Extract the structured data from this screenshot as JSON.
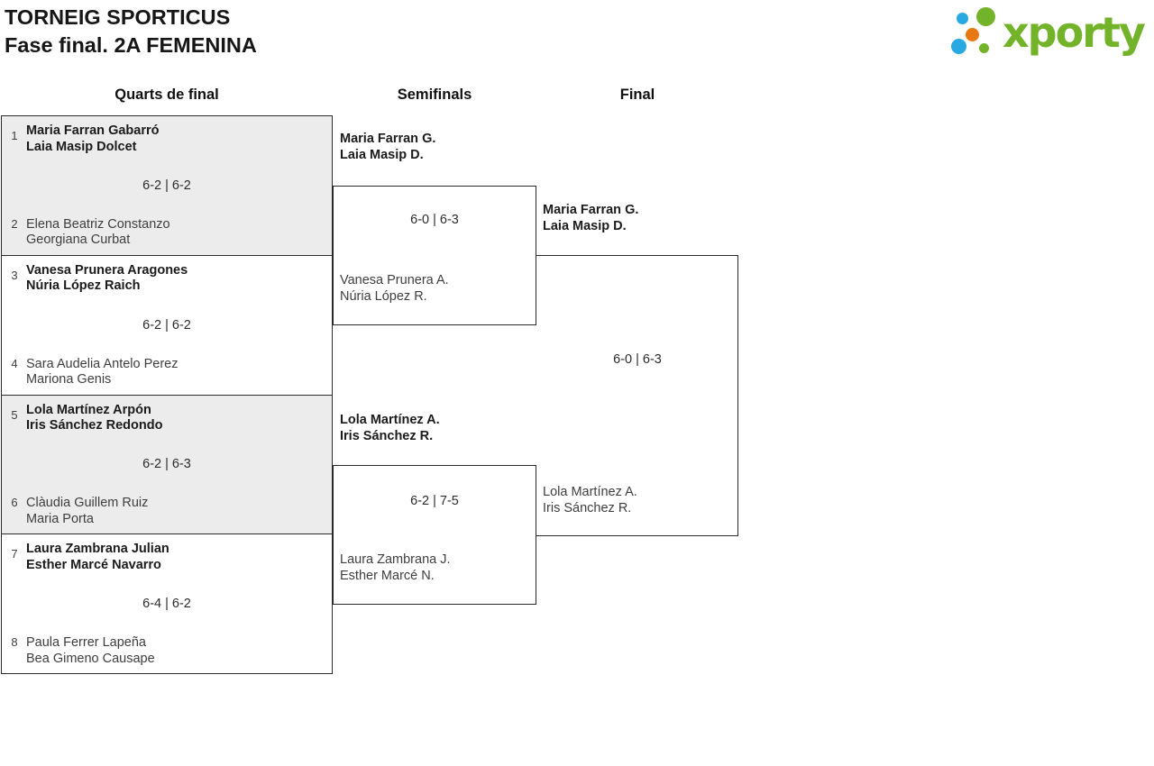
{
  "header": {
    "title_line1": "TORNEIG SPORTICUS",
    "title_line2": "Fase final. 2A FEMENINA",
    "logo_text": "xporty"
  },
  "colors": {
    "brand_green": "#72b32a",
    "brand_blue": "#29a9e1",
    "brand_orange": "#e97813",
    "box_border": "#2b2b2b",
    "shaded_row_bg": "#ececec",
    "winner_text": "#1b1b1b",
    "loser_text": "#3e3e3e"
  },
  "columns": [
    {
      "label": "Quarts de final"
    },
    {
      "label": "Semifinals"
    },
    {
      "label": "Final"
    }
  ],
  "bracket": {
    "quarterfinals": [
      {
        "top_seed": "1",
        "top_team": [
          "Maria Farran Gabarró",
          "Laia Masip Dolcet"
        ],
        "score": "6-2 | 6-2",
        "bottom_seed": "2",
        "bottom_team": [
          "Elena Beatriz Constanzo",
          "Georgiana Curbat"
        ]
      },
      {
        "top_seed": "3",
        "top_team": [
          "Vanesa Prunera Aragones",
          "Núria López Raich"
        ],
        "score": "6-2 | 6-2",
        "bottom_seed": "4",
        "bottom_team": [
          "Sara Audelia Antelo Perez",
          "Mariona Genis"
        ]
      },
      {
        "top_seed": "5",
        "top_team": [
          "Lola Martínez Arpón",
          "Iris Sánchez Redondo"
        ],
        "score": "6-2 | 6-3",
        "bottom_seed": "6",
        "bottom_team": [
          "Clàudia Guillem Ruiz",
          "Maria Porta"
        ]
      },
      {
        "top_seed": "7",
        "top_team": [
          "Laura Zambrana Julian",
          "Esther Marcé Navarro"
        ],
        "score": "6-4 | 6-2",
        "bottom_seed": "8",
        "bottom_team": [
          "Paula Ferrer Lapeña",
          "Bea Gimeno Causape"
        ]
      }
    ],
    "semifinals": [
      {
        "top_team": [
          "Maria Farran G.",
          "Laia Masip D."
        ],
        "score": "6-0 | 6-3",
        "bottom_team": [
          "Vanesa Prunera A.",
          "Núria López R."
        ]
      },
      {
        "top_team": [
          "Lola Martínez A.",
          "Iris Sánchez R."
        ],
        "score": "6-2 | 7-5",
        "bottom_team": [
          "Laura Zambrana J.",
          "Esther Marcé N."
        ]
      }
    ],
    "final": {
      "top_team": [
        "Maria Farran G.",
        "Laia Masip D."
      ],
      "score": "6-0 | 6-3",
      "bottom_team": [
        "Lola Martínez A.",
        "Iris Sánchez R."
      ]
    }
  }
}
